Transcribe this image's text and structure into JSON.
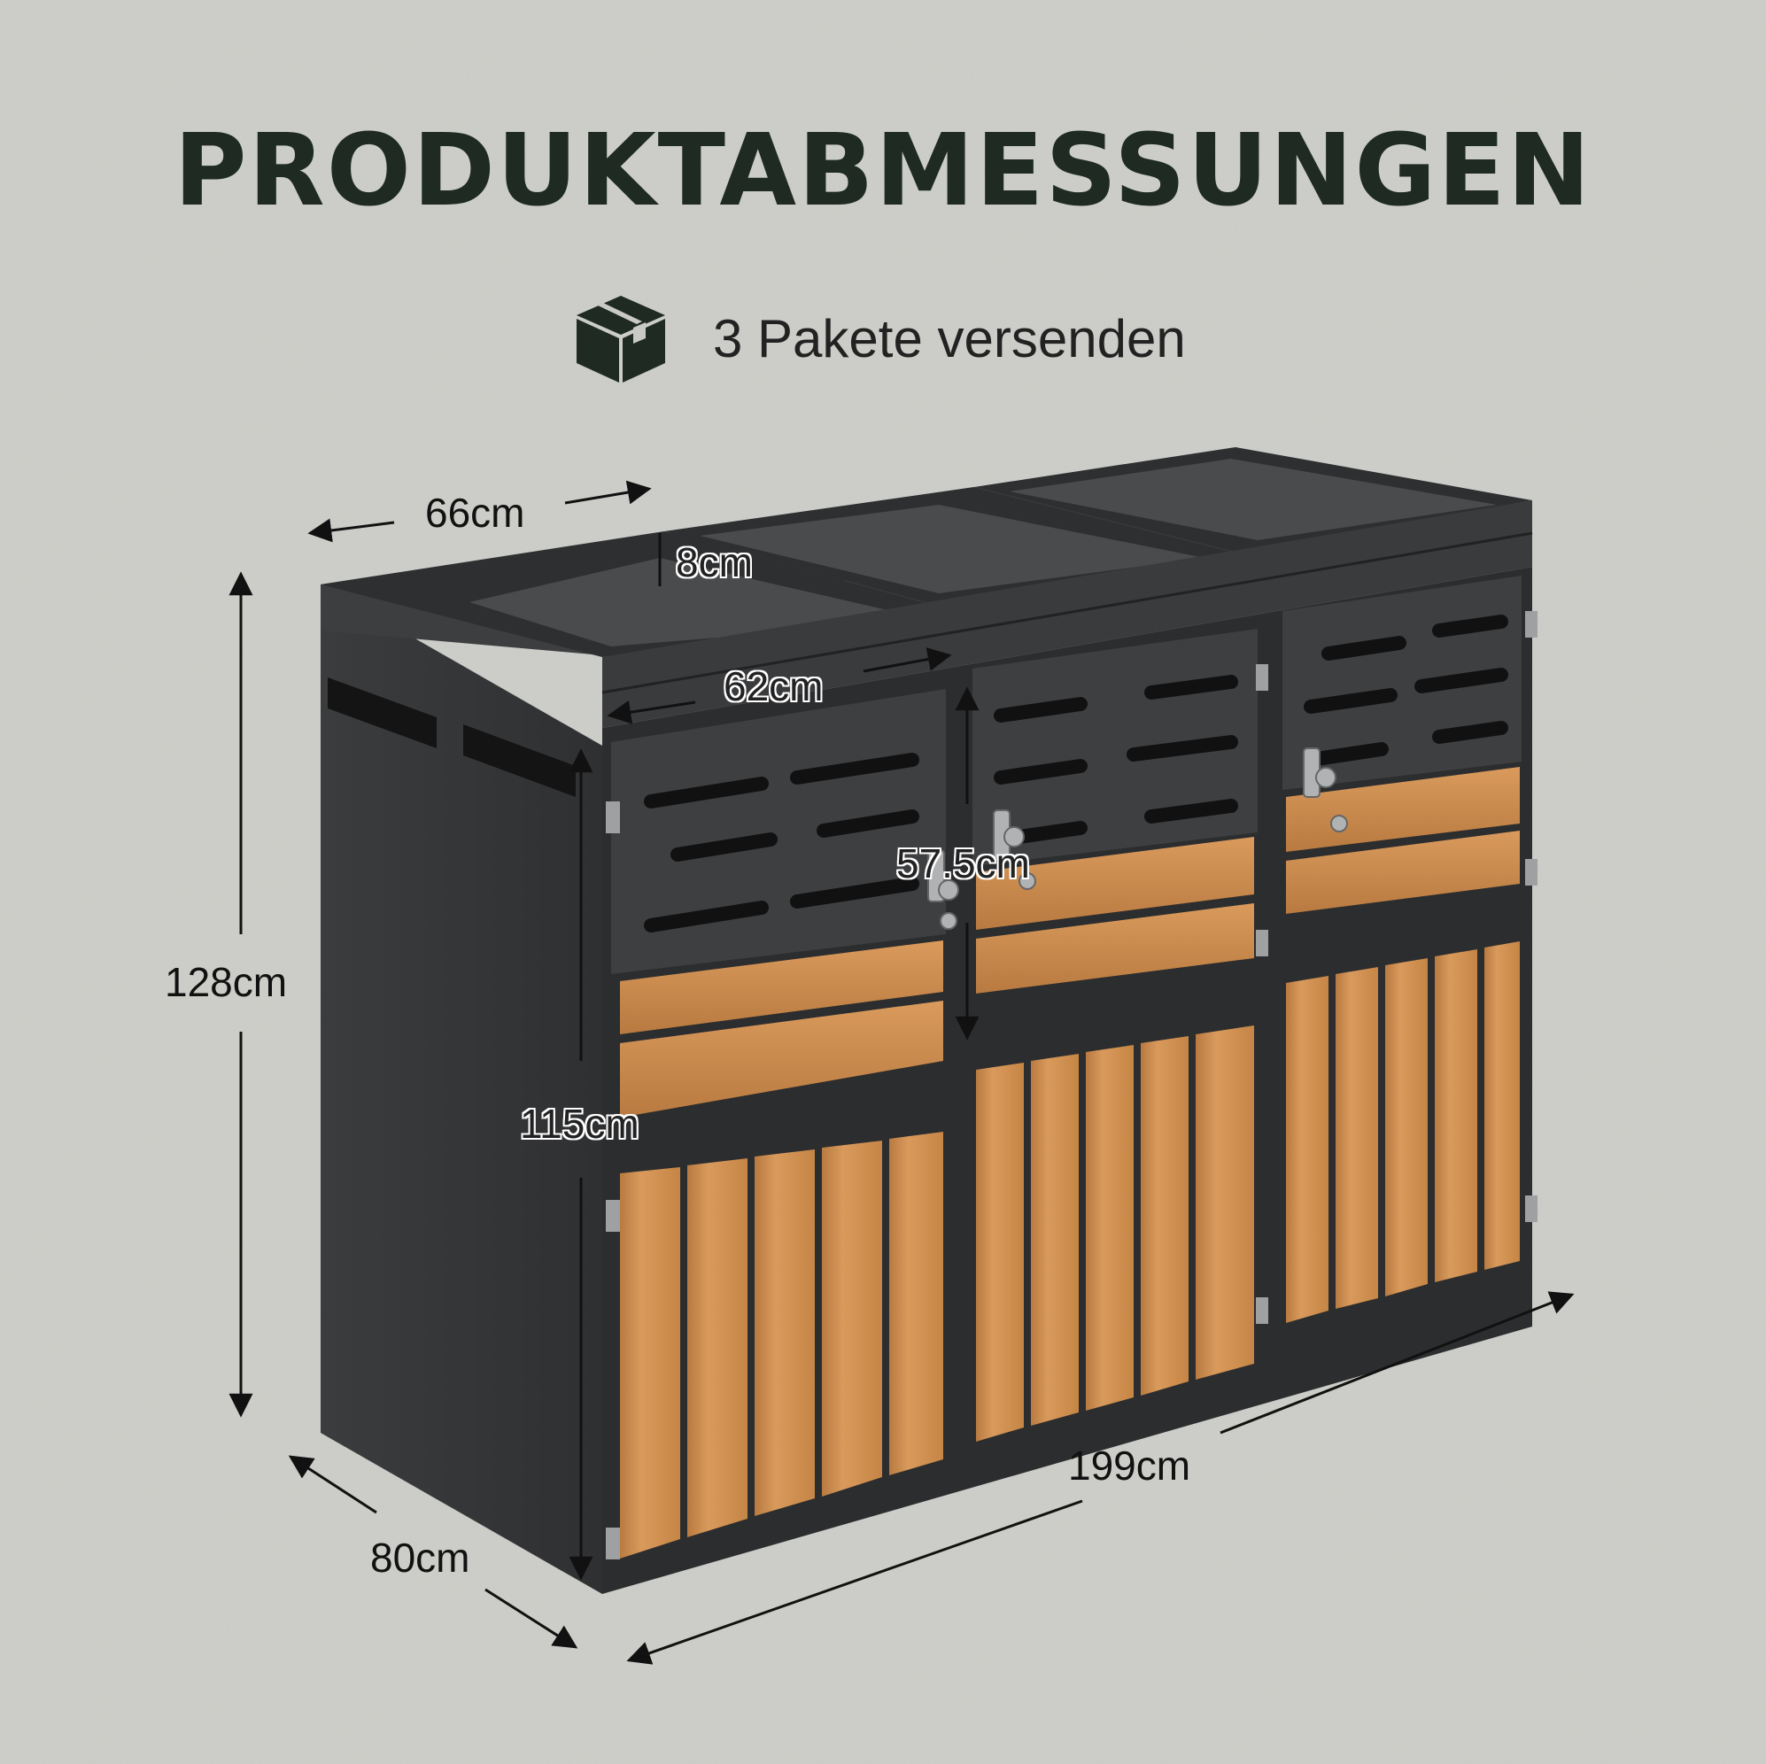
{
  "header": {
    "title": "PRODUKTABMESSUNGEN",
    "subtitle": "3 Pakete versenden",
    "icon": "box-icon"
  },
  "dimensions": {
    "top_depth": "66cm",
    "top_rim": "8cm",
    "door_width": "62cm",
    "door_top_height": "57.5cm",
    "total_height": "128cm",
    "door_height": "115cm",
    "total_width": "199cm",
    "depth": "80cm"
  },
  "colors": {
    "background": "#c9cac5",
    "title": "#1e2a22",
    "metal": "#3a3b3d",
    "wood": "#c98a4e"
  }
}
